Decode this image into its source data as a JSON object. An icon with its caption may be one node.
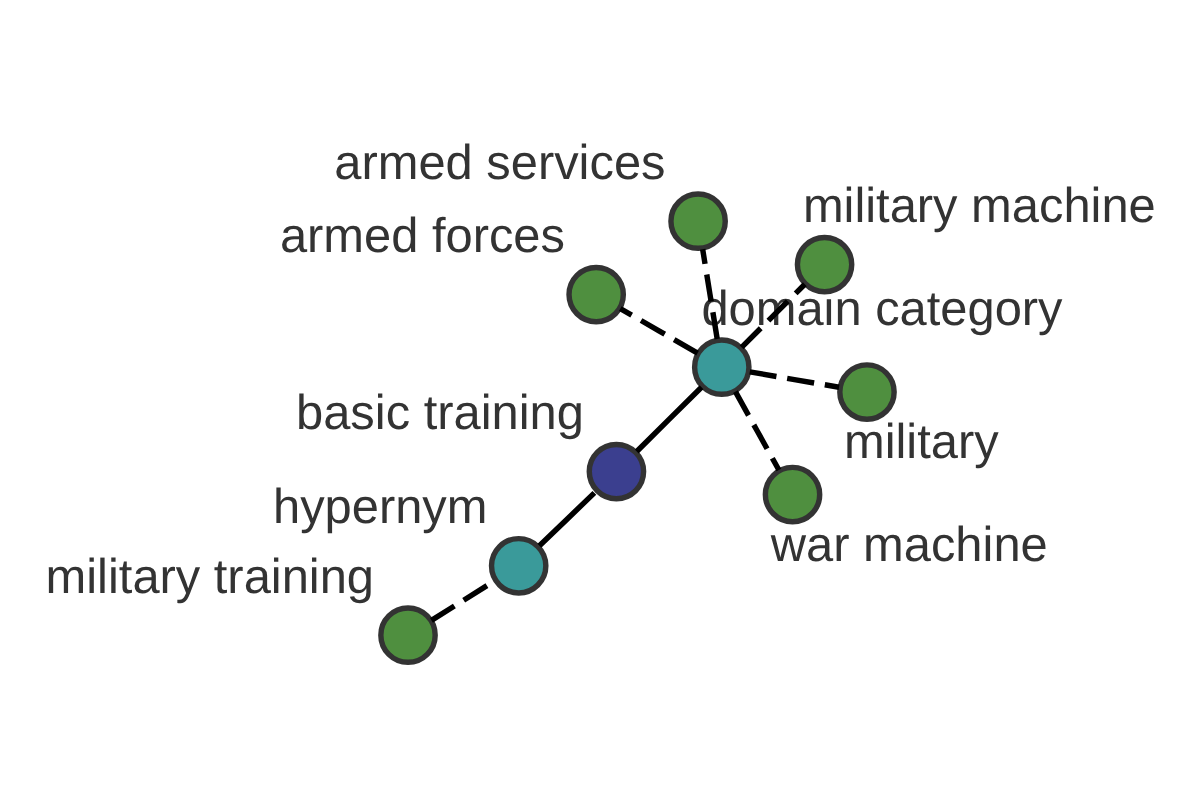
{
  "diagram": {
    "nodes": [
      {
        "text": [],
        "shape": "circle",
        "beside": [
          "military training"
        ]
      },
      {
        "text": [],
        "shape": "circle",
        "beside": [
          "hypernym"
        ]
      },
      {
        "text": [],
        "shape": "circle",
        "beside": [
          "basic training"
        ]
      },
      {
        "text": [],
        "shape": "circle",
        "beside": [
          "domain category"
        ]
      },
      {
        "text": [],
        "shape": "circle",
        "beside": [
          "military machine"
        ]
      },
      {
        "text": [],
        "shape": "circle",
        "beside": [
          "armed services"
        ]
      },
      {
        "text": [],
        "shape": "circle",
        "beside": [
          "armed forces"
        ]
      },
      {
        "text": [],
        "shape": "circle",
        "beside": [
          "military"
        ]
      },
      {
        "text": [],
        "shape": "circle",
        "beside": [
          "war machine"
        ]
      }
    ],
    "edges": [
      {
        "from": 0,
        "to": 1,
        "arrow": "none",
        "style": "dashed"
      },
      {
        "from": 1,
        "to": 2,
        "arrow": "none"
      },
      {
        "from": 2,
        "to": 3,
        "arrow": "none"
      },
      {
        "from": 3,
        "to": 4,
        "arrow": "none",
        "style": "dashed"
      },
      {
        "from": 3,
        "to": 5,
        "arrow": "none",
        "style": "dashed"
      },
      {
        "from": 3,
        "to": 6,
        "arrow": "none",
        "style": "dashed"
      },
      {
        "from": 3,
        "to": 7,
        "arrow": "none",
        "style": "dashed"
      },
      {
        "from": 3,
        "to": 8,
        "arrow": "none",
        "style": "dashed"
      }
    ]
  }
}
